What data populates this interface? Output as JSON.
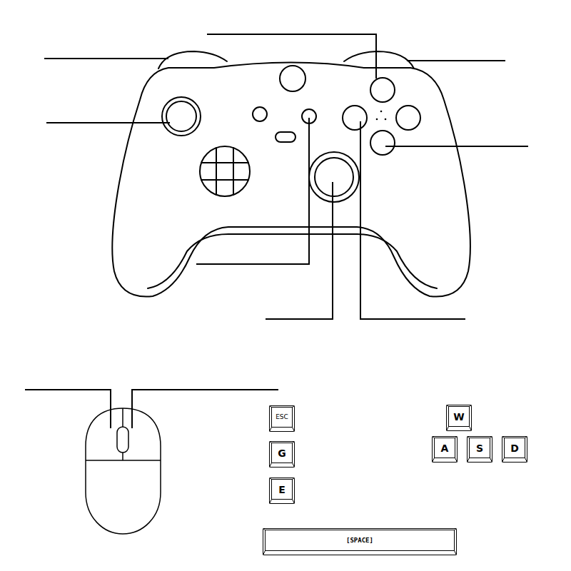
{
  "diagram": {
    "nodes": [
      {
        "text": [
          "ESC"
        ]
      },
      {
        "text": [
          "W"
        ]
      },
      {
        "text": [
          "A"
        ]
      },
      {
        "text": [
          "S"
        ]
      },
      {
        "text": [
          "D"
        ]
      },
      {
        "text": [
          "G"
        ]
      },
      {
        "text": [
          "E"
        ]
      },
      {
        "text": [
          "[SPACE]"
        ]
      }
    ]
  }
}
